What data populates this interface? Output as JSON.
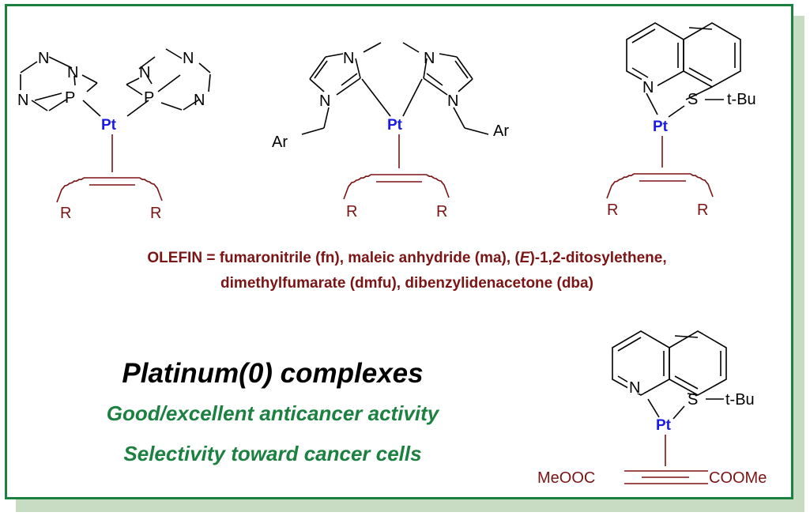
{
  "labels": {
    "N": "N",
    "P": "P",
    "Pt": "Pt",
    "R": "R",
    "Ar": "Ar",
    "S": "S",
    "tBu": "t-Bu",
    "ester_left": "MeOOC",
    "ester_right": "COOMe"
  },
  "olefin": {
    "line1_prefix": "OLEFIN = fumaronitrile (fn), maleic anhydride (ma), (",
    "line1_italic": "E",
    "line1_suffix": ")-1,2-ditosylethene,",
    "line2": "dimethylfumarate (dmfu), dibenzylidenacetone (dba)"
  },
  "headline": {
    "title": "Platinum(0) complexes",
    "subtitle1": "Good/excellent anticancer activity",
    "subtitle2": "Selectivity toward cancer cells"
  },
  "colors": {
    "frame": "#1c8040",
    "shadow": "#c7dcc3",
    "olefin": "#7b1414",
    "platinum": "#1a1ae6",
    "subtitle": "#1c8040"
  }
}
